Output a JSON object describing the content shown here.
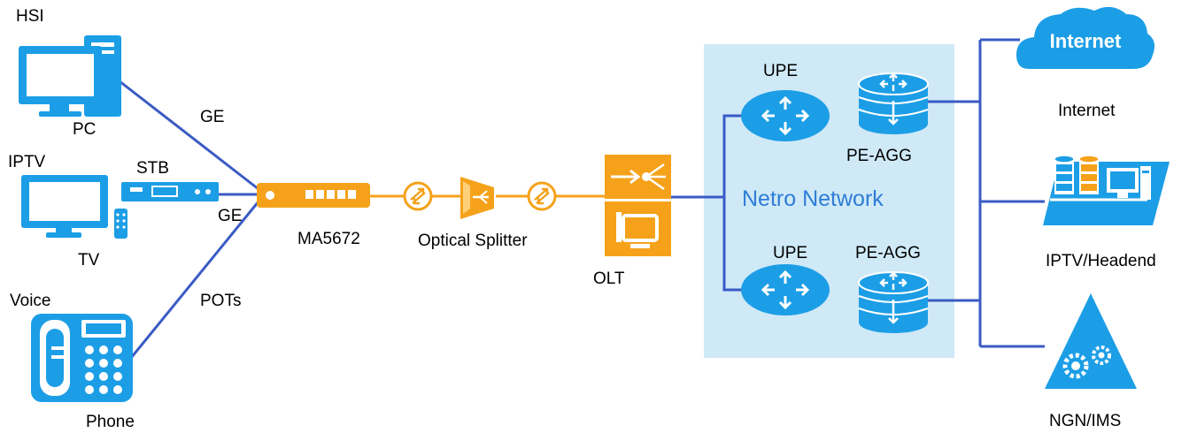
{
  "labels": {
    "hsi": "HSI",
    "pc": "PC",
    "iptv": "IPTV",
    "stb": "STB",
    "tv": "TV",
    "voice": "Voice",
    "phone": "Phone",
    "link_ge_pc": "GE",
    "link_ge_stb": "GE",
    "link_pots": "POTs",
    "ont": "MA5672",
    "splitter": "Optical Splitter",
    "olt": "OLT",
    "network": "Netro Network",
    "upe_top": "UPE",
    "upe_bottom": "UPE",
    "peagg_top": "PE-AGG",
    "peagg_bottom": "PE-AGG",
    "internet_cloud": "Internet",
    "internet": "Internet",
    "iptv_headend": "IPTV/Headend",
    "ngn_ims": "NGN/IMS"
  },
  "colors": {
    "device_blue": "#1c9ee6",
    "link_blue": "#3a5bc4",
    "fiber_orange": "#f5a21a",
    "network_area": "#cfe9f7",
    "network_text": "#2e7dd6"
  }
}
